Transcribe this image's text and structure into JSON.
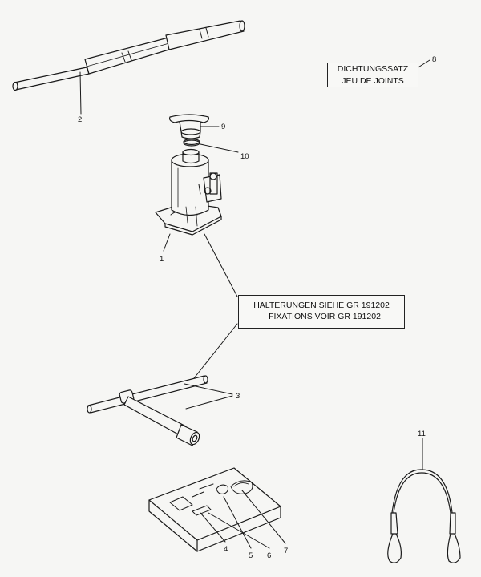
{
  "seal_kit": {
    "line_de": "DICHTUNGSSATZ",
    "line_fr": "JEU DE JOINTS",
    "callout": "8"
  },
  "reference": {
    "line_de": "HALTERUNGEN SIEHE GR 191202",
    "line_fr": "FIXATIONS VOIR GR 191202"
  },
  "callouts": {
    "jack": "1",
    "handle": "2",
    "wrench": "3",
    "plate_4": "4",
    "plate_5": "5",
    "plate_6": "6",
    "plate_7": "7",
    "saddle": "9",
    "ring": "10",
    "strap": "11"
  }
}
